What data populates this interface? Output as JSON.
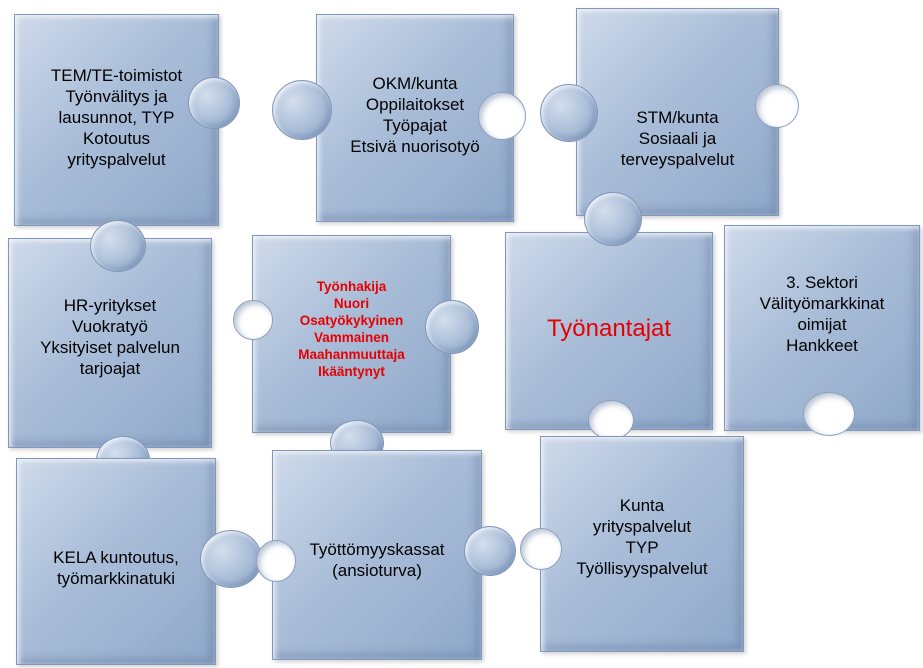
{
  "pieces": {
    "tem": [
      "TEM/TE-toimistot",
      "Työnvälitys ja",
      "lausunnot, TYP",
      "Kotoutus",
      "yrityspalvelut"
    ],
    "okm": [
      "OKM/kunta",
      "Oppilaitokset",
      "Työpajat",
      "Etsivä nuorisotyö"
    ],
    "stm": [
      "STM/kunta",
      "Sosiaali ja",
      "terveyspalvelut"
    ],
    "hr": [
      "HR-yritykset",
      "Vuokratyö",
      "Yksityiset palvelun",
      "tarjoajat"
    ],
    "center": [
      "Työnhakija",
      "Nuori",
      "Osatyökykyinen",
      "Vammainen",
      "Maahanmuuttaja",
      "Ikääntynyt"
    ],
    "employers": "Työnantajat",
    "sektori": [
      "3. Sektori",
      "Välityömarkkinat",
      "oimijat",
      "Hankkeet"
    ],
    "kela": [
      "KELA kuntoutus,",
      "työmarkkinatuki"
    ],
    "kassat": [
      "Työttömyyskassat",
      "(ansioturva)"
    ],
    "kunta": [
      "Kunta",
      "yrityspalvelut",
      "TYP",
      "Työllisyyspalvelut"
    ]
  },
  "colors": {
    "piece": "#a9bdd8",
    "emphasis": "#e60000"
  }
}
